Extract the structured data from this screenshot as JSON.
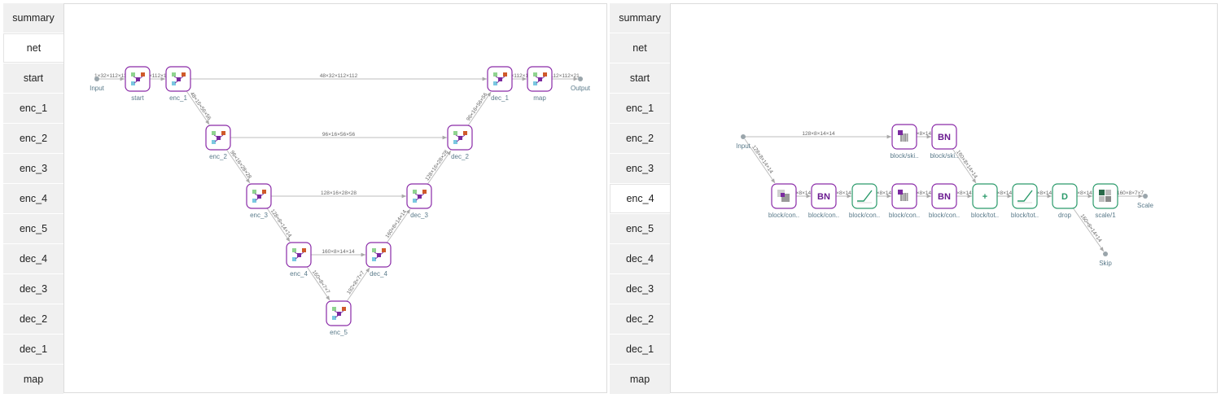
{
  "left_panel": {
    "sidebar": {
      "active": "net",
      "items": [
        "summary",
        "net",
        "start",
        "enc_1",
        "enc_2",
        "enc_3",
        "enc_4",
        "enc_5",
        "dec_4",
        "dec_3",
        "dec_2",
        "dec_1",
        "map"
      ]
    },
    "graph": {
      "ports": [
        {
          "id": "in",
          "label": "Input"
        },
        {
          "id": "out",
          "label": "Output"
        }
      ],
      "nodes": [
        {
          "id": "start",
          "label": "start",
          "kind": "module"
        },
        {
          "id": "enc_1",
          "label": "enc_1",
          "kind": "module"
        },
        {
          "id": "enc_2",
          "label": "enc_2",
          "kind": "module"
        },
        {
          "id": "enc_3",
          "label": "enc_3",
          "kind": "module"
        },
        {
          "id": "enc_4",
          "label": "enc_4",
          "kind": "module"
        },
        {
          "id": "enc_5",
          "label": "enc_5",
          "kind": "module"
        },
        {
          "id": "dec_4",
          "label": "dec_4",
          "kind": "module"
        },
        {
          "id": "dec_3",
          "label": "dec_3",
          "kind": "module"
        },
        {
          "id": "dec_2",
          "label": "dec_2",
          "kind": "module"
        },
        {
          "id": "dec_1",
          "label": "dec_1",
          "kind": "module"
        },
        {
          "id": "map",
          "label": "map",
          "kind": "module"
        }
      ],
      "edges": [
        {
          "from": "in",
          "to": "start",
          "label": "1×32×112×112"
        },
        {
          "from": "start",
          "to": "enc_1",
          "label": "32×112×112"
        },
        {
          "from": "enc_1",
          "to": "dec_1",
          "label": "48×32×112×112"
        },
        {
          "from": "enc_1",
          "to": "enc_2",
          "label": "48×16×56×56"
        },
        {
          "from": "enc_2",
          "to": "dec_2",
          "label": "96×16×56×56"
        },
        {
          "from": "enc_2",
          "to": "enc_3",
          "label": "96×16×28×28"
        },
        {
          "from": "enc_3",
          "to": "dec_3",
          "label": "128×16×28×28"
        },
        {
          "from": "enc_3",
          "to": "enc_4",
          "label": "128×8×14×14"
        },
        {
          "from": "enc_4",
          "to": "dec_4",
          "label": "160×8×14×14"
        },
        {
          "from": "enc_4",
          "to": "enc_5",
          "label": "160×8×7×7"
        },
        {
          "from": "enc_5",
          "to": "dec_4",
          "label": "192×8×7×7"
        },
        {
          "from": "dec_4",
          "to": "dec_3",
          "label": "160×8×14×14"
        },
        {
          "from": "dec_3",
          "to": "dec_2",
          "label": "128×16×28×28"
        },
        {
          "from": "dec_2",
          "to": "dec_1",
          "label": "96×16×56×56"
        },
        {
          "from": "dec_1",
          "to": "map",
          "label": "32×112×112"
        },
        {
          "from": "map",
          "to": "out",
          "label": "112×112×21"
        }
      ]
    }
  },
  "right_panel": {
    "sidebar": {
      "active": "enc_4",
      "items": [
        "summary",
        "net",
        "start",
        "enc_1",
        "enc_2",
        "enc_3",
        "enc_4",
        "enc_5",
        "dec_4",
        "dec_3",
        "dec_2",
        "dec_1",
        "map"
      ]
    },
    "graph": {
      "ports": [
        {
          "id": "in",
          "label": "Input"
        },
        {
          "id": "scale",
          "label": "Scale"
        },
        {
          "id": "skip",
          "label": "Skip"
        }
      ],
      "nodes": [
        {
          "id": "b1",
          "label": "block/con..",
          "kind": "conv",
          "color": "purple",
          "text": ""
        },
        {
          "id": "b2",
          "label": "block/con..",
          "kind": "bn",
          "color": "purple",
          "text": "BN"
        },
        {
          "id": "b3",
          "label": "block/con..",
          "kind": "relu",
          "color": "green",
          "text": ""
        },
        {
          "id": "b4",
          "label": "block/con..",
          "kind": "conv2",
          "color": "purple",
          "text": ""
        },
        {
          "id": "b5",
          "label": "block/con..",
          "kind": "bn",
          "color": "purple",
          "text": "BN"
        },
        {
          "id": "b6",
          "label": "block/tot..",
          "kind": "add",
          "color": "green",
          "text": "+"
        },
        {
          "id": "b7",
          "label": "block/tot..",
          "kind": "relu",
          "color": "green",
          "text": ""
        },
        {
          "id": "b8",
          "label": "drop",
          "kind": "drop",
          "color": "green",
          "text": "D"
        },
        {
          "id": "b9",
          "label": "scale/1",
          "kind": "scale",
          "color": "green",
          "text": ""
        },
        {
          "id": "s1",
          "label": "block/ski..",
          "kind": "conv2",
          "color": "purple",
          "text": ""
        },
        {
          "id": "s2",
          "label": "block/ski..",
          "kind": "bn",
          "color": "purple",
          "text": "BN"
        }
      ],
      "edges": [
        {
          "from": "in",
          "to": "s1",
          "label": "128×8×14×14"
        },
        {
          "from": "s1",
          "to": "s2",
          "label": "160×8×14×14"
        },
        {
          "from": "s2",
          "to": "b6",
          "label": "160×8×14×14"
        },
        {
          "from": "in",
          "to": "b1",
          "label": "128×8×14×14"
        },
        {
          "from": "b1",
          "to": "b2",
          "label": "160×8×14×14"
        },
        {
          "from": "b2",
          "to": "b3",
          "label": "160×8×14×14"
        },
        {
          "from": "b3",
          "to": "b4",
          "label": "160×8×14×14"
        },
        {
          "from": "b4",
          "to": "b5",
          "label": "160×8×14×14"
        },
        {
          "from": "b5",
          "to": "b6",
          "label": "160×8×14×14"
        },
        {
          "from": "b6",
          "to": "b7",
          "label": "160×8×14×14"
        },
        {
          "from": "b7",
          "to": "b8",
          "label": "160×8×14×14"
        },
        {
          "from": "b8",
          "to": "b9",
          "label": "160×8×14×14"
        },
        {
          "from": "b9",
          "to": "scale",
          "label": "160×8×7×7"
        },
        {
          "from": "b8",
          "to": "skip",
          "label": "160×8×14×14"
        }
      ]
    }
  },
  "colors": {
    "module_border": "#8a2aa8",
    "green_border": "#2a9a6a",
    "edge": "#bdbdbd",
    "node_label": "#5a7a8a"
  }
}
